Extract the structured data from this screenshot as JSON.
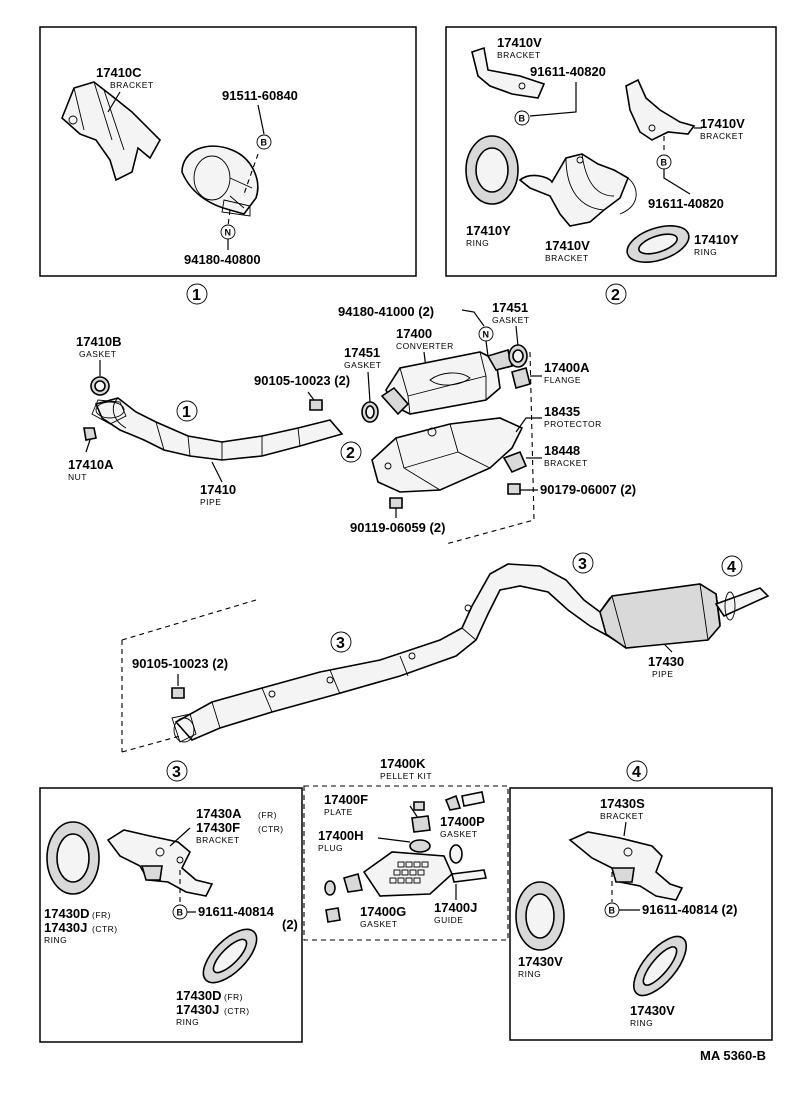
{
  "boxes": {
    "b1": {
      "circle": "1",
      "bracket_pn": "17410C",
      "bracket_sub": "BRACKET",
      "bolt_pn": "91511-60840",
      "bolt_mark": "B",
      "nut_pn": "94180-40800",
      "nut_mark": "N"
    },
    "b2": {
      "circle": "2",
      "bracket_a_pn": "17410V",
      "bracket_a_sub": "BRACKET",
      "bolt_a_pn": "91611-40820",
      "bolt_a_mark": "B",
      "bracket_b_pn": "17410V",
      "bracket_b_sub": "BRACKET",
      "bolt_b_mark": "B",
      "bolt_b_pn": "91611-40820",
      "ring_a_pn": "17410Y",
      "ring_a_sub": "RING",
      "bracket_c_pn": "17410V",
      "bracket_c_sub": "BRACKET",
      "ring_b_pn": "17410Y",
      "ring_b_sub": "RING"
    },
    "b3": {
      "circle": "3",
      "bracket_pn1": "17430A",
      "bracket_pn1_suffix": "(FR)",
      "bracket_pn2": "17430F",
      "bracket_pn2_suffix": "(CTR)",
      "bracket_sub": "BRACKET",
      "bolt_mark": "B",
      "bolt_pn": "91611-40814",
      "bolt_qty": "(2)",
      "ring_a_pn1": "17430D",
      "ring_a_pn1_suffix": "(FR)",
      "ring_a_pn2": "17430J",
      "ring_a_pn2_suffix": "(CTR)",
      "ring_a_sub": "RING",
      "ring_b_pn1": "17430D",
      "ring_b_pn1_suffix": "(FR)",
      "ring_b_pn2": "17430J",
      "ring_b_pn2_suffix": "(CTR)",
      "ring_b_sub": "RING"
    },
    "b4": {
      "circle": "4",
      "bracket_pn": "17430S",
      "bracket_sub": "BRACKET",
      "bolt_mark": "B",
      "bolt_pn": "91611-40814 (2)",
      "ring_a_pn": "17430V",
      "ring_a_sub": "RING",
      "ring_b_pn": "17430V",
      "ring_b_sub": "RING"
    },
    "kit": {
      "title_pn": "17400K",
      "title_sub": "PELLET KIT",
      "plate_pn": "17400F",
      "plate_sub": "PLATE",
      "plug_pn": "17400H",
      "plug_sub": "PLUG",
      "gasket_p_pn": "17400P",
      "gasket_p_sub": "GASKET",
      "gasket_g_pn": "17400G",
      "gasket_g_sub": "GASKET",
      "guide_pn": "17400J",
      "guide_sub": "GUIDE"
    }
  },
  "main": {
    "gasket_front_pn": "17410B",
    "gasket_front_sub": "GASKET",
    "nut_front_pn": "17410A",
    "nut_front_sub": "NUT",
    "pipe_front_pn": "17410",
    "pipe_front_sub": "PIPE",
    "circle_1": "1",
    "circle_2": "2",
    "bolt_a_pn": "90105-10023 (2)",
    "gasket_mid_pn": "17451",
    "gasket_mid_sub": "GASKET",
    "nut_conv_pn": "94180-41000 (2)",
    "nut_conv_mark": "N",
    "converter_pn": "17400",
    "converter_sub": "CONVERTER",
    "gasket_rear_pn": "17451",
    "gasket_rear_sub": "GASKET",
    "flange_pn": "17400A",
    "flange_sub": "FLANGE",
    "protector_pn": "18435",
    "protector_sub": "PROTECTOR",
    "bracket_pn": "18448",
    "bracket_sub": "BRACKET",
    "nut_b_pn": "90179-06007 (2)",
    "bolt_b_pn": "90119-06059 (2)",
    "circle_3a": "3",
    "circle_3b": "3",
    "circle_4": "4",
    "bolt_c_pn": "90105-10023 (2)",
    "pipe_rear_pn": "17430",
    "pipe_rear_sub": "PIPE",
    "figure_code": "MA 5360-B"
  }
}
